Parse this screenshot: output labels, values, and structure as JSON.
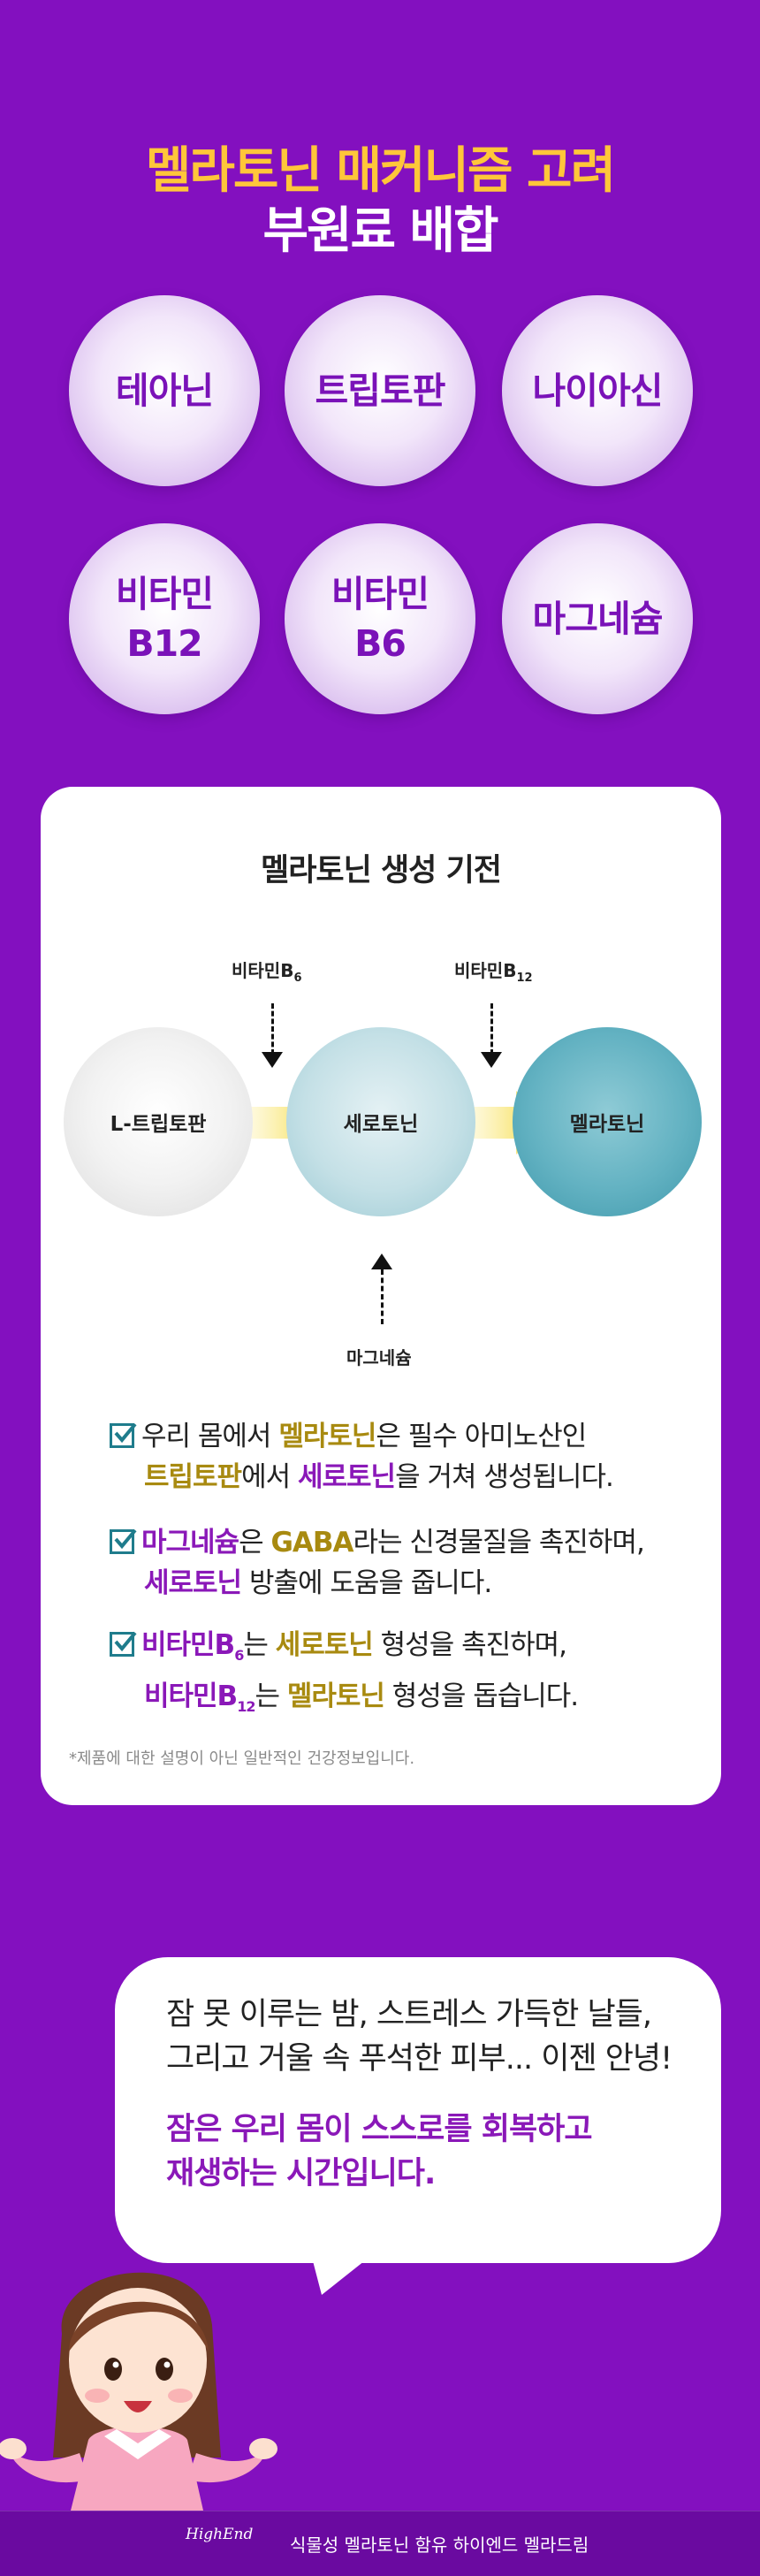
{
  "header": {
    "title_line1": "멜라토닌 매커니즘 고려",
    "title_line2": "부원료 배합"
  },
  "ingredients": [
    "테아닌",
    "트립토판",
    "나이아신",
    "비타민\nB12",
    "비타민\nB6",
    "마그네슘"
  ],
  "card": {
    "title": "멜라토닌 생성 기전",
    "nodes": [
      "L-트립토판",
      "세로토닌",
      "멜라토닌"
    ],
    "label_b6_main": "비타민B",
    "label_b6_sub": "6",
    "label_b12_main": "비타민B",
    "label_b12_sub": "12",
    "label_mg": "마그네슘",
    "desc1": {
      "t1": "우리 몸에서 ",
      "h1": "멜라토닌",
      "t2": "은 필수 아미노산인",
      "h2": "트립토판",
      "t3": "에서 ",
      "h3": "세로토닌",
      "t4": "을 거쳐 생성됩니다."
    },
    "desc2": {
      "h1": "마그네슘",
      "t1": "은 ",
      "h2": "GABA",
      "t2": "라는 신경물질을 촉진하며,",
      "h3": "세로토닌",
      "t3": " 방출에 도움을 줍니다."
    },
    "desc3": {
      "h1": "비타민B",
      "s1": "6",
      "t1": "는 ",
      "h2": "세로토닌",
      "t2": " 형성을 촉진하며,",
      "h3": "비타민B",
      "s3": "12",
      "t3": "는 ",
      "h4": "멜라토닌",
      "t4": " 형성을 돕습니다."
    },
    "note": "*제품에 대한 설명이 아닌 일반적인 건강정보입니다."
  },
  "bubble": {
    "line1": "잠 못 이루는 밤, 스트레스 가득한 날들,",
    "line2": "그리고 거울 속 푸석한 피부... 이젠 안녕!",
    "line3": "잠은 우리 몸이 스스로를 회복하고",
    "line4": "재생하는 시간입니다."
  },
  "footer": {
    "logo": "HighEnd",
    "text": "식물성 멜라토닌 함유 하이엔드 멜라드림"
  },
  "colors": {
    "background": "#8310BF",
    "title_accent": "#FFC63A",
    "purple_text": "#7A12B8",
    "highlight_gold": "#A88A10",
    "highlight_teal": "#1F7C8C"
  }
}
